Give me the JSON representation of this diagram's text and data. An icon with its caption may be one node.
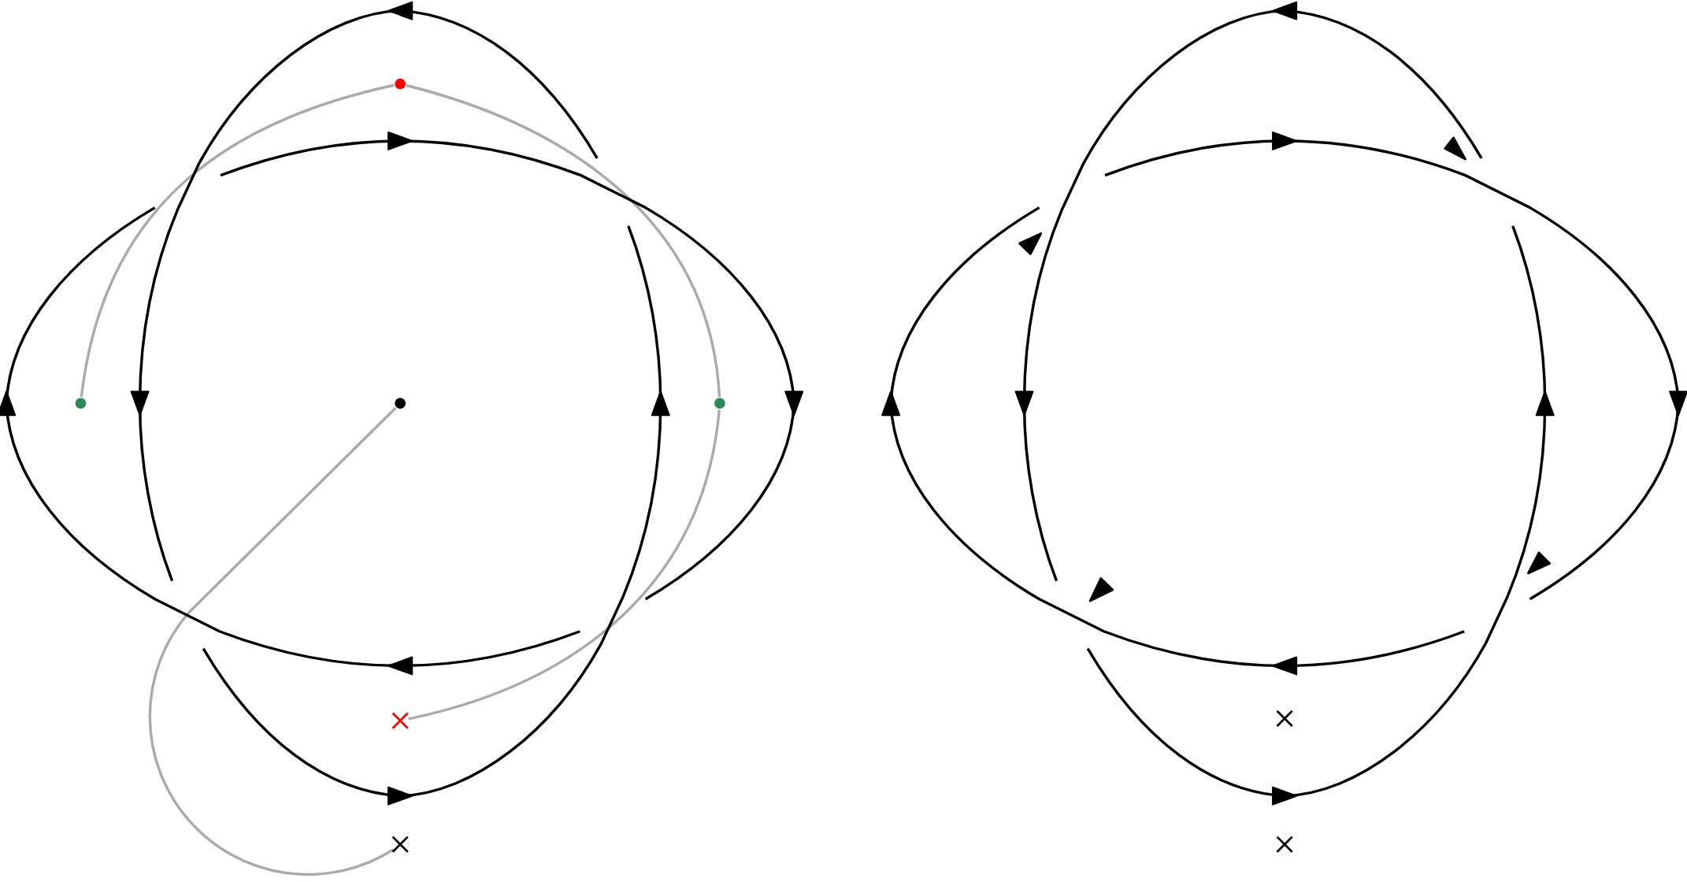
{
  "diagram": {
    "nodes": [
      {
        "text": [],
        "shape": "circle"
      },
      {
        "text": [],
        "shape": "circle"
      },
      {
        "text": [],
        "shape": "circle"
      },
      {
        "text": [],
        "shape": "circle"
      },
      {
        "text": [],
        "shape": "cross"
      },
      {
        "text": [],
        "shape": "cross"
      },
      {
        "text": [],
        "shape": "cross"
      },
      {
        "text": [],
        "shape": "cross"
      }
    ],
    "edges": [
      {
        "from": 1,
        "to": 0,
        "arrow": "none"
      },
      {
        "from": 0,
        "to": 3,
        "arrow": "none"
      },
      {
        "from": 3,
        "to": 4,
        "arrow": "none"
      },
      {
        "from": 2,
        "to": 5,
        "arrow": "none"
      }
    ]
  }
}
